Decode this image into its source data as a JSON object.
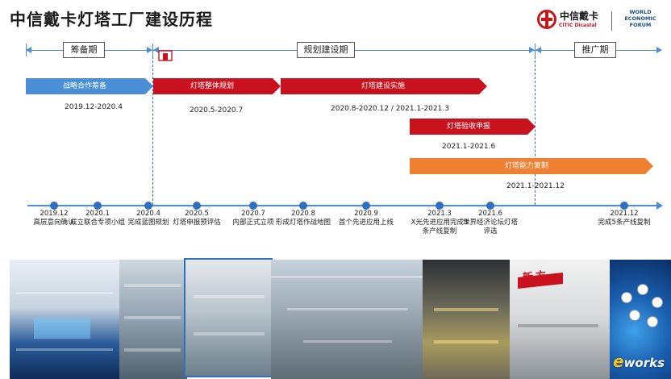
{
  "title": "中信戴卡灯塔工厂建设历程",
  "logo": {
    "cn": "中信戴卡",
    "en": "CITIC Dicastal",
    "partner": [
      "WORLD",
      "ECONOMIC",
      "FORUM"
    ]
  },
  "phases": [
    {
      "label": "筹备期"
    },
    {
      "label": "规划建设期"
    },
    {
      "label": "推广期"
    }
  ],
  "bars": [
    {
      "label": "战略合作筹备",
      "date": "2019.12-2020.4",
      "color": "#4a8ed8"
    },
    {
      "label": "灯塔整体规划",
      "date": "2020.5-2020.7",
      "color": "#c8121e"
    },
    {
      "label": "灯塔建设实施",
      "date": "2020.8-2020.12 / 2021.1-2021.3",
      "color": "#c8121e"
    },
    {
      "label": "灯塔验收申报",
      "date": "2021.1-2021.6",
      "color": "#c8121e"
    },
    {
      "label": "灯塔能力复制",
      "date": "2021.1-2021.12",
      "color": "#ef7f31"
    }
  ],
  "milestones": [
    {
      "date": "2019.12",
      "text": "高层意向确认"
    },
    {
      "date": "2020.1",
      "text": "成立联合专项小组"
    },
    {
      "date": "2020.4",
      "text": "完成蓝图规划"
    },
    {
      "date": "2020.5",
      "text": "灯塔申报预评估"
    },
    {
      "date": "2020.7",
      "text": "内部正式立项"
    },
    {
      "date": "2020.8",
      "text": "形成灯塔作战地图"
    },
    {
      "date": "2020.9",
      "text": "首个先进应用上线"
    },
    {
      "date": "2021.3",
      "text": "X光先进应用完成3条产线复制"
    },
    {
      "date": "2021.6",
      "text": "世界经济论坛灯塔评选"
    },
    {
      "date": "2021.12",
      "text": "完成5条产线复制"
    }
  ],
  "photos": {
    "banner_text": "新方",
    "watermark_e": "e",
    "watermark_rest": "works"
  }
}
